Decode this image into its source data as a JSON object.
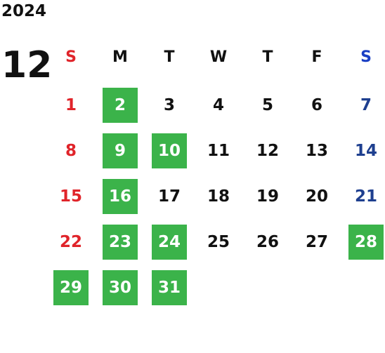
{
  "year": "2024",
  "month": "12",
  "weekdays": [
    "S",
    "M",
    "T",
    "W",
    "T",
    "F",
    "S"
  ],
  "weeks": [
    [
      "1",
      "2",
      "3",
      "4",
      "5",
      "6",
      "7"
    ],
    [
      "8",
      "9",
      "10",
      "11",
      "12",
      "13",
      "14"
    ],
    [
      "15",
      "16",
      "17",
      "18",
      "19",
      "20",
      "21"
    ],
    [
      "22",
      "23",
      "24",
      "25",
      "26",
      "27",
      "28"
    ],
    [
      "29",
      "30",
      "31",
      "",
      "",
      "",
      ""
    ]
  ],
  "highlighted_days": [
    "2",
    "9",
    "10",
    "16",
    "23",
    "24",
    "28",
    "29",
    "30",
    "31"
  ],
  "colors": {
    "highlight": "#3bb34a",
    "sunday": "#e0242a",
    "saturday": "#1e3f8f",
    "saturday_header": "#1a3fc4",
    "text": "#111111"
  }
}
